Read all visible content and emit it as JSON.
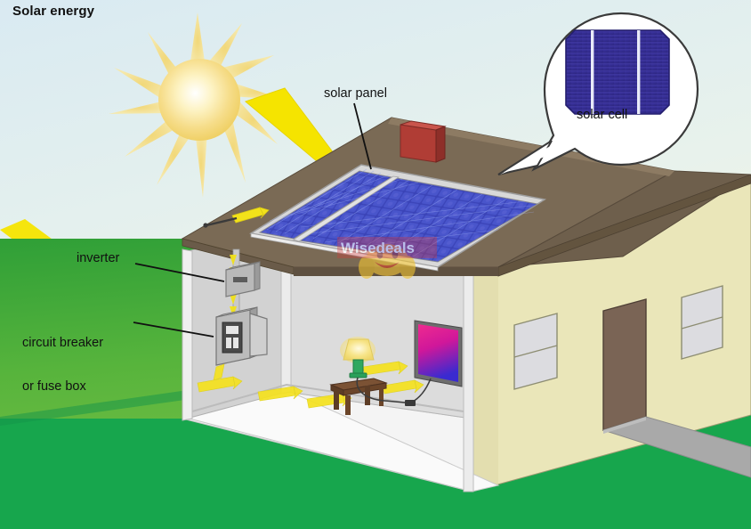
{
  "title": "Solar energy",
  "labels": {
    "solar_panel": "solar panel",
    "solar_cell": "solar cell",
    "inverter": "inverter",
    "circuit_breaker_line1": "circuit breaker",
    "circuit_breaker_line2": "or fuse box"
  },
  "watermark": {
    "text": "Wisedeals",
    "mascot": "smiley-mascot"
  },
  "colors": {
    "sky_top": "#d8eaf2",
    "sky_bottom": "#f5f7e2",
    "grass_dark": "#36a43a",
    "grass_light": "#6dbе3f",
    "grass_front": "#14a04a",
    "roof": "#7a6a57",
    "roof_dark": "#6b5c4a",
    "wall_cream": "#e9e4b6",
    "wall_interior": "#d9d9d9",
    "panel_blue": "#3344b5",
    "cell_blue": "#35309a",
    "sun_yellow": "#f2d36a",
    "arrow_yellow": "#f2e21a",
    "chimney_red": "#b33c35",
    "door_brown": "#7a6455",
    "path_gray": "#a9a9a9",
    "floor": "#f2f2f2",
    "tv_pink": "#e8258e",
    "tv_blue": "#3a28c8",
    "lamp_glow": "#f5e27a",
    "lamp_base_green": "#2aa05a",
    "table_brown": "#6b4a32",
    "box_gray": "#b8b8b8"
  },
  "scene_elements": {
    "sun": "sun-with-rays",
    "sun_beam": "sunlight-beam-arrow",
    "solar_array_panels": 2,
    "chimney": "chimney",
    "callout": "solar-cell-magnifier-callout",
    "inverter_box": "inverter",
    "fuse_box": "circuit-breaker-box",
    "conduit": "electrical-conduit",
    "flow_arrows": "energy-flow-arrows",
    "tv": "wall-mounted-tv",
    "lamp": "table-lamp",
    "side_table": "side-table",
    "outlet": "wall-outlet",
    "windows": 2,
    "front_door": "front-door",
    "walkway": "concrete-walkway"
  }
}
